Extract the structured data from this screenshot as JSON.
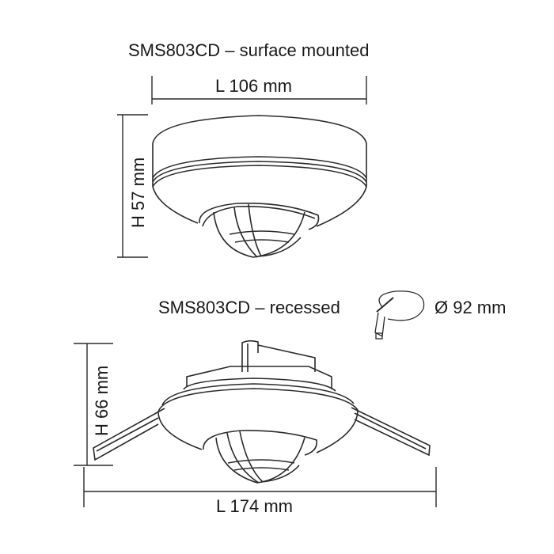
{
  "surface": {
    "title": "SMS803CD – surface mounted",
    "length_label": "L 106 mm",
    "height_label": "H 57 mm"
  },
  "recessed": {
    "title": "SMS803CD – recessed",
    "diameter_label": "Ø 92 mm",
    "height_label": "H 66 mm",
    "length_label": "L 174 mm"
  }
}
